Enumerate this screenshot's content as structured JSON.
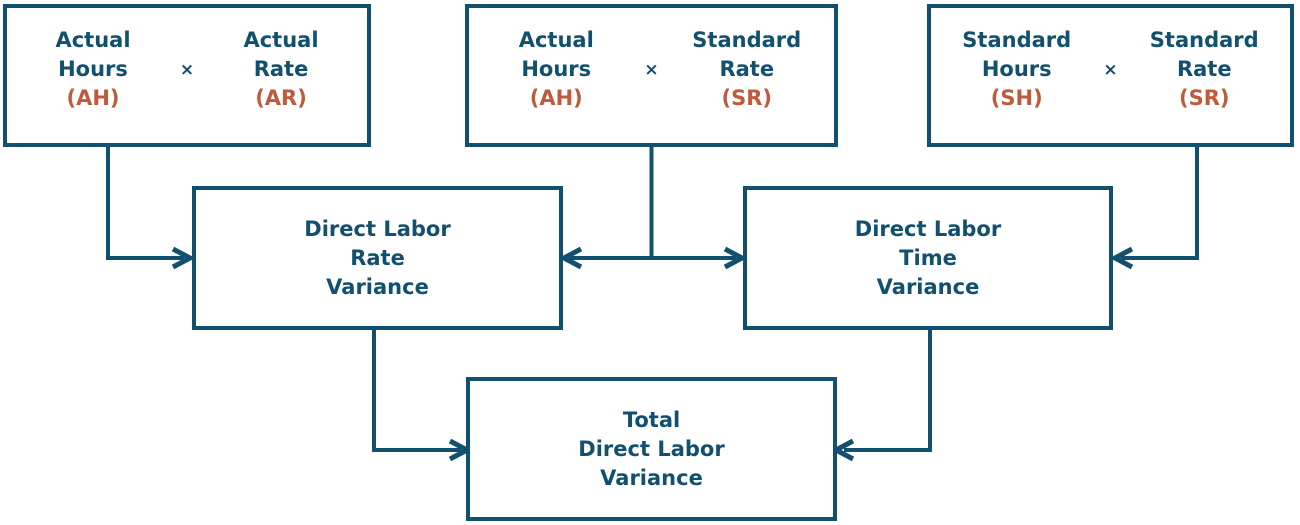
{
  "colors": {
    "teal": "#11506E",
    "orange": "#C05A3C",
    "background": "#FFFFFF"
  },
  "top_boxes": [
    {
      "left_line1": "Actual",
      "left_line2": "Hours",
      "left_abbr": "(AH)",
      "operator": "×",
      "right_line1": "Actual",
      "right_line2": "Rate",
      "right_abbr": "(AR)"
    },
    {
      "left_line1": "Actual",
      "left_line2": "Hours",
      "left_abbr": "(AH)",
      "operator": "×",
      "right_line1": "Standard",
      "right_line2": "Rate",
      "right_abbr": "(SR)"
    },
    {
      "left_line1": "Standard",
      "left_line2": "Hours",
      "left_abbr": "(SH)",
      "operator": "×",
      "right_line1": "Standard",
      "right_line2": "Rate",
      "right_abbr": "(SR)"
    }
  ],
  "variance_boxes": [
    {
      "line1": "Direct Labor",
      "line2": "Rate",
      "line3": "Variance"
    },
    {
      "line1": "Direct Labor",
      "line2": "Time",
      "line3": "Variance"
    }
  ],
  "total_box": {
    "line1": "Total",
    "line2": "Direct Labor",
    "line3": "Variance"
  }
}
